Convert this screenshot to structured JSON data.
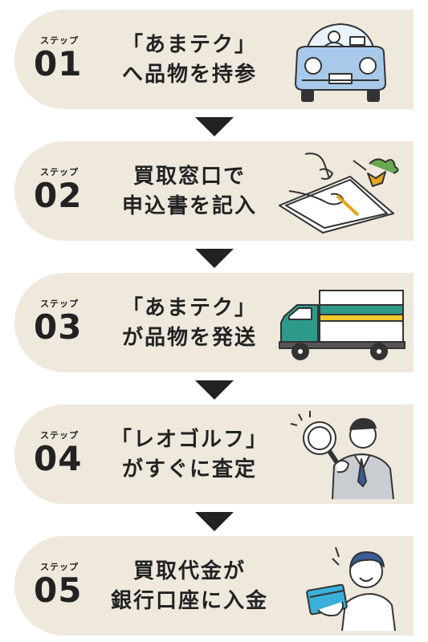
{
  "steps": [
    {
      "label": "ステップ",
      "number": "01",
      "line1": "「あまテク」",
      "line2": "へ品物を持参",
      "icon": "car-icon"
    },
    {
      "label": "ステップ",
      "number": "02",
      "line1": "買取窓口で",
      "line2": "申込書を記入",
      "icon": "writing-form-icon"
    },
    {
      "label": "ステップ",
      "number": "03",
      "line1": "「あまテク」",
      "line2": "が品物を発送",
      "icon": "delivery-truck-icon"
    },
    {
      "label": "ステップ",
      "number": "04",
      "line1": "「レオゴルフ」",
      "line2": "がすぐに査定",
      "icon": "magnifier-inspector-icon"
    },
    {
      "label": "ステップ",
      "number": "05",
      "line1": "買取代金が",
      "line2": "銀行口座に入金",
      "icon": "bank-card-person-icon"
    }
  ],
  "colors": {
    "panel": "#eee8dd",
    "text": "#222222",
    "truck_stripe": "#2e9a8a",
    "card": "#3ab0d8",
    "plant": "#e6a51f"
  }
}
